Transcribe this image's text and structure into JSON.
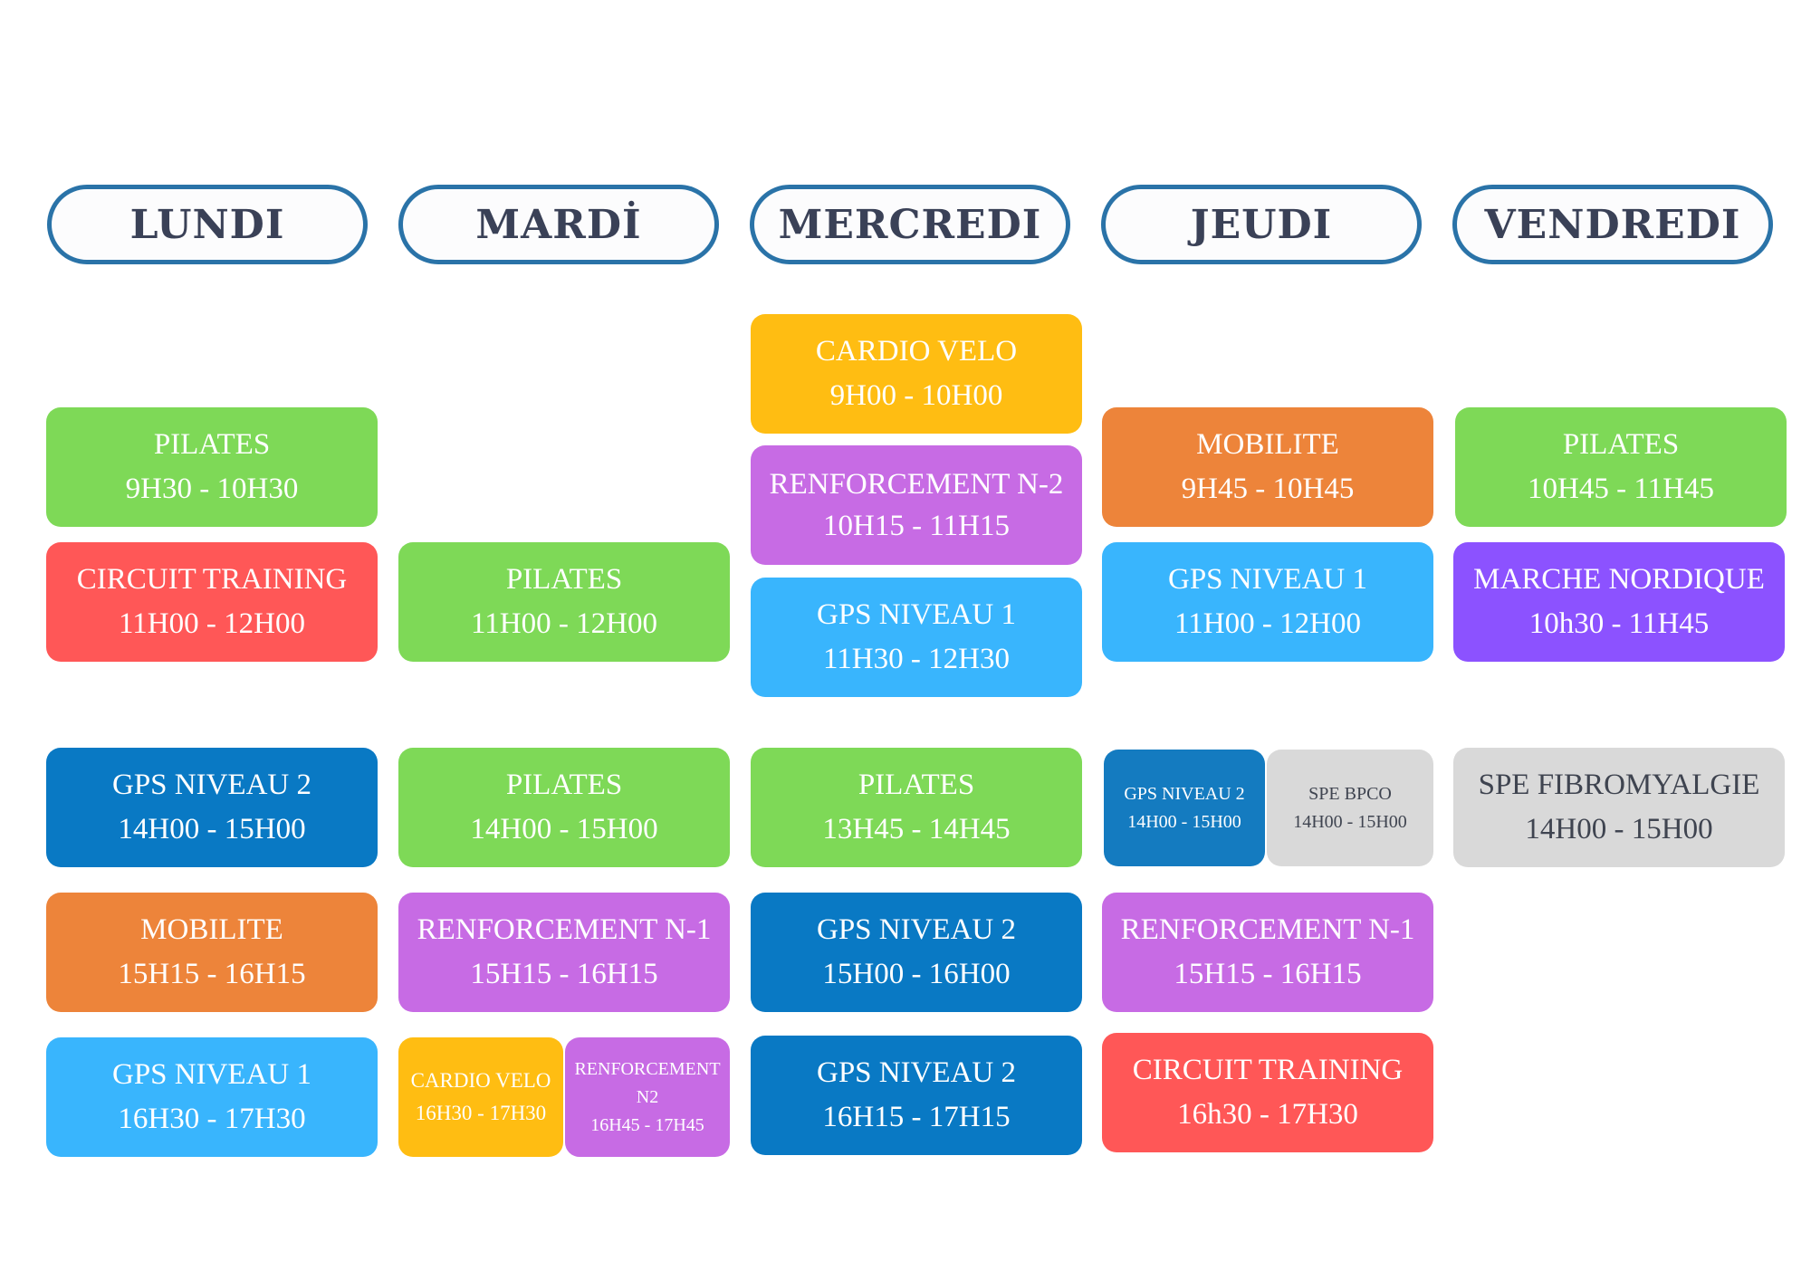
{
  "days": [
    "LUNDI",
    "MARDİ",
    "MERCREDI",
    "JEUDI",
    "VENDREDI"
  ],
  "lundi": [
    {
      "title": "PILATES",
      "time": "9H30 - 10H30"
    },
    {
      "title": "CIRCUIT TRAINING",
      "time": "11H00 - 12H00"
    },
    {
      "title": "GPS NIVEAU 2",
      "time": "14H00 - 15H00"
    },
    {
      "title": "MOBILITE",
      "time": "15H15 - 16H15"
    },
    {
      "title": "GPS NIVEAU 1",
      "time": "16H30 - 17H30"
    }
  ],
  "mardi": [
    {
      "title": "PILATES",
      "time": "11H00 - 12H00"
    },
    {
      "title": "PILATES",
      "time": "14H00 - 15H00"
    },
    {
      "title": "RENFORCEMENT N-1",
      "time": "15H15 - 16H15"
    },
    {
      "title": "CARDIO VELO",
      "time": "16H30 - 17H30"
    },
    {
      "title": "RENFORCEMENT",
      "title2": "N2",
      "time": "16H45 - 17H45"
    }
  ],
  "mercredi": [
    {
      "title": "CARDIO VELO",
      "time": "9H00 - 10H00"
    },
    {
      "title": "RENFORCEMENT N-2",
      "time": "10H15 - 11H15"
    },
    {
      "title": "GPS NIVEAU 1",
      "time": "11H30 - 12H30"
    },
    {
      "title": "PILATES",
      "time": "13H45 - 14H45"
    },
    {
      "title": "GPS NIVEAU 2",
      "time": "15H00 - 16H00"
    },
    {
      "title": "GPS NIVEAU 2",
      "time": "16H15 - 17H15"
    }
  ],
  "jeudi": [
    {
      "title": "MOBILITE",
      "time": "9H45 - 10H45"
    },
    {
      "title": "GPS NIVEAU 1",
      "time": "11H00 - 12H00"
    },
    {
      "title": "GPS NIVEAU 2",
      "time": "14H00 - 15H00"
    },
    {
      "title": "SPE BPCO",
      "time": "14H00 - 15H00"
    },
    {
      "title": "RENFORCEMENT N-1",
      "time": "15H15 - 16H15"
    },
    {
      "title": "CIRCUIT TRAINING",
      "time": "16h30 - 17H30"
    }
  ],
  "vendredi": [
    {
      "title": "PILATES",
      "time": "10H45 - 11H45"
    },
    {
      "title": "MARCHE NORDIQUE",
      "time": "10h30 - 11H45"
    },
    {
      "title": "SPE FIBROMYALGIE",
      "time": "14H00 - 15H00"
    }
  ],
  "colors": {
    "green": "#7ed957",
    "red": "#ff5757",
    "orange": "#ed843a",
    "yellow": "#ffbd12",
    "violet": "#c76be4",
    "sky": "#39b5fd",
    "blue": "#0979c4",
    "grey": "#d9d9d9",
    "purple": "#8c52ff",
    "pill_border": "#2a73a8",
    "heading_text": "#3a4157"
  }
}
